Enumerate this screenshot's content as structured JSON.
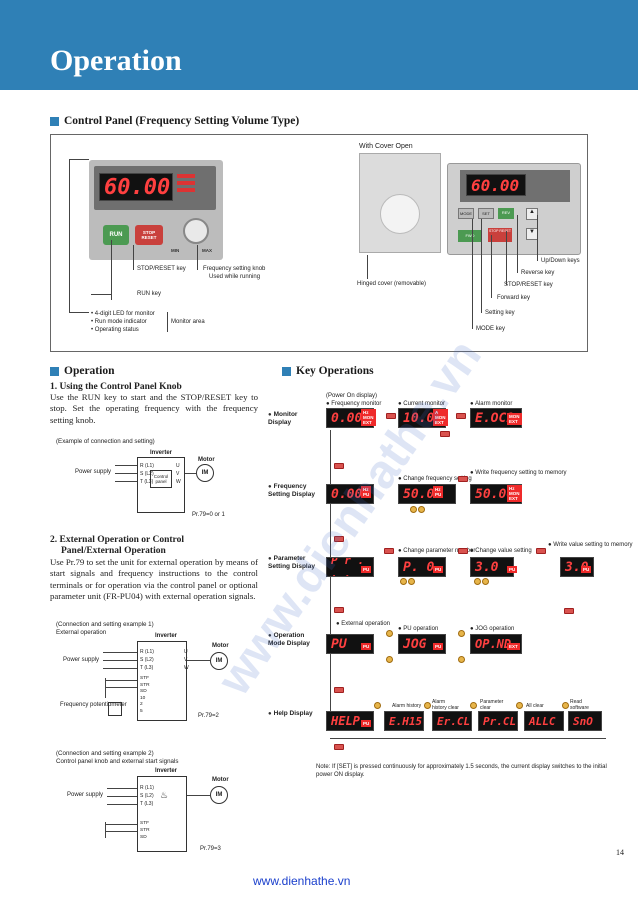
{
  "header": {
    "title": "Operation"
  },
  "control_panel": {
    "title": "Control Panel (Frequency Setting Volume Type)",
    "cover_open_label": "With Cover Open",
    "led_display": "60.00",
    "run_label": "RUN",
    "stop_label": "STOP RESET",
    "min_label": "MIN",
    "max_label": "MAX",
    "labels": {
      "stop_reset_key": "STOP/RESET key",
      "freq_knob": "Frequency setting knob",
      "freq_knob_sub": "Used while running",
      "run_key": "RUN key",
      "led4": "4-digit LED for monitor",
      "run_mode_ind": "Run mode indicator",
      "op_status": "Operating status",
      "monitor_area": "Monitor area",
      "hinged_cover": "Hinged cover (removable)",
      "up_down": "Up/Down keys",
      "reverse": "Reverse key",
      "stop_reset2": "STOP/RESET key",
      "forward": "Forward key",
      "setting": "Setting key",
      "mode": "MODE key"
    },
    "open_panel_keys": {
      "mode": "MODE",
      "set": "SET",
      "rev": "REV",
      "fwd": "FWD",
      "stop": "STOP RESET"
    }
  },
  "operation": {
    "title": "Operation",
    "s1_title": "1. Using the Control Panel Knob",
    "s1_text": "Use the RUN key to start and the STOP/RESET key to stop. Set the operating frequency with the frequency setting knob.",
    "s1_example": "(Example of connection and setting)",
    "s2_title_1": "2. External Operation or Control",
    "s2_title_2": "Panel/External Operation",
    "s2_text": "Use Pr.79 to set the unit for external operation by means of start signals and frequency instructions to the control terminals or for operation via the control panel or optional parameter unit (FR-PU04) with external operation signals.",
    "ex1_title": "(Connection and setting example 1)",
    "ex1_sub": "External operation",
    "ex2_title": "(Connection and setting example 2)",
    "ex2_sub": "Control panel knob and external start signals",
    "inverter": "Inverter",
    "motor": "Motor",
    "im": "IM",
    "power_supply": "Power supply",
    "control_panel": "Control panel",
    "freq_pot": "Frequency potentiometer",
    "pr79_0": "Pr.79=0 or 1",
    "pr79_2": "Pr.79=2",
    "pr79_3": "Pr.79=3",
    "terms_in": [
      "R (L1)",
      "S (L2)",
      "T (L3)"
    ],
    "terms_out": [
      "U",
      "V",
      "W"
    ],
    "terms_sig": [
      "STF",
      "STR",
      "SD",
      "10",
      "2",
      "5"
    ],
    "terms_sig2": [
      "STF",
      "STR",
      "SD"
    ]
  },
  "key_ops": {
    "title": "Key Operations",
    "power_on": "(Power On display)",
    "freq_monitor": "Frequency monitor",
    "current_monitor": "Current monitor",
    "alarm_monitor": "Alarm monitor",
    "change_freq": "Change frequency setting",
    "write_freq": "Write frequency setting to memory",
    "change_param": "Change parameter number",
    "change_value": "Change value setting",
    "write_value": "Write value setting to memory",
    "ext_op": "External operation",
    "pu_op": "PU operation",
    "jog_op": "JOG operation",
    "alarm_history": "Alarm history",
    "alarm_clear": "Alarm history clear",
    "param_clear": "Parameter clear",
    "all_clear": "All clear",
    "read_sw": "Read software version",
    "rows": [
      "Monitor Display",
      "Frequency Setting Display",
      "Parameter Setting Display",
      "Operation Mode Display",
      "Help Display"
    ],
    "displays": {
      "monitor": [
        "0.00",
        "10.00",
        "E.OC1"
      ],
      "freq": [
        "0.00",
        "50.00",
        "50.00"
      ],
      "param": [
        "P r . . .",
        "P.  0",
        "3.0",
        "3.0"
      ],
      "opmode": [
        "PU",
        "JOG",
        "OP.ND"
      ],
      "help": [
        "HELP",
        "E.H15",
        "Er.CL",
        "Pr.CL",
        "ALLC",
        "SnO"
      ]
    },
    "note": "Note: If [SET] is pressed continuously for approximately 1.5 seconds, the current display switches to the initial power ON display."
  },
  "footer": {
    "link": "www.dienhathe.vn",
    "page": "14"
  },
  "watermark": "www.dienhathe.vn"
}
